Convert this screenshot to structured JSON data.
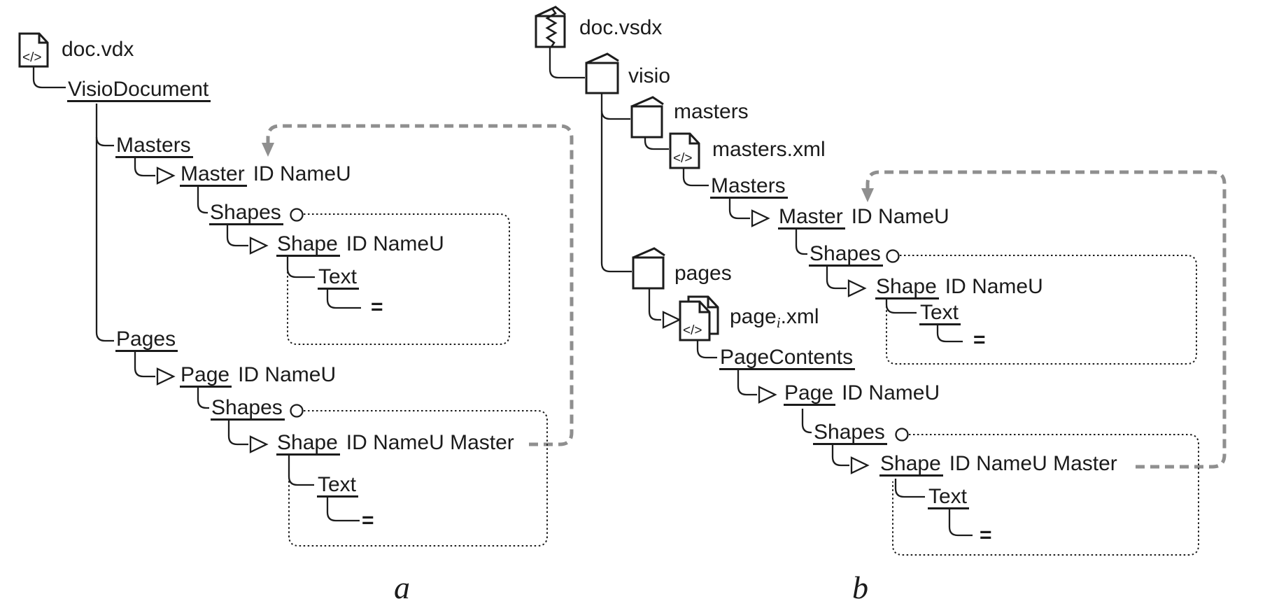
{
  "panels": {
    "a": {
      "caption": "a",
      "file": "doc.vdx",
      "root": "VisioDocument",
      "masters_branch": {
        "group": "Masters",
        "item": "Master",
        "item_attrs": "ID NameU",
        "shapes": "Shapes",
        "shape": "Shape",
        "shape_attrs": "ID NameU",
        "text": "Text",
        "eq": "="
      },
      "pages_branch": {
        "group": "Pages",
        "item": "Page",
        "item_attrs": "ID NameU",
        "shapes": "Shapes",
        "shape": "Shape",
        "shape_attrs": "ID NameU Master",
        "text": "Text",
        "eq": "="
      }
    },
    "b": {
      "caption": "b",
      "file": "doc.vsdx",
      "folders": {
        "visio": "visio",
        "masters": "masters",
        "pages": "pages"
      },
      "masters_xml": "masters.xml",
      "page_xml": {
        "pre": "page",
        "sub": "i",
        "post": ".xml"
      },
      "masters_branch": {
        "group": "Masters",
        "item": "Master",
        "item_attrs": "ID NameU",
        "shapes": "Shapes",
        "shape": "Shape",
        "shape_attrs": "ID NameU",
        "text": "Text",
        "eq": "="
      },
      "pages_branch": {
        "group": "PageContents",
        "item": "Page",
        "item_attrs": "ID NameU",
        "shapes": "Shapes",
        "shape": "Shape",
        "shape_attrs": "ID NameU Master",
        "text": "Text",
        "eq": "="
      }
    }
  },
  "icons": {
    "xml_glyph": "</>",
    "names": [
      "xml-file-icon",
      "zip-package-icon",
      "folder-icon",
      "stacked-xml-files-icon",
      "triangle-child-marker",
      "circle-subtree-marker",
      "dashed-reference-arrow"
    ]
  },
  "colors": {
    "line": "#1c1c1c",
    "text": "#1b1b1b",
    "dash_gray": "#8f8f8f"
  }
}
